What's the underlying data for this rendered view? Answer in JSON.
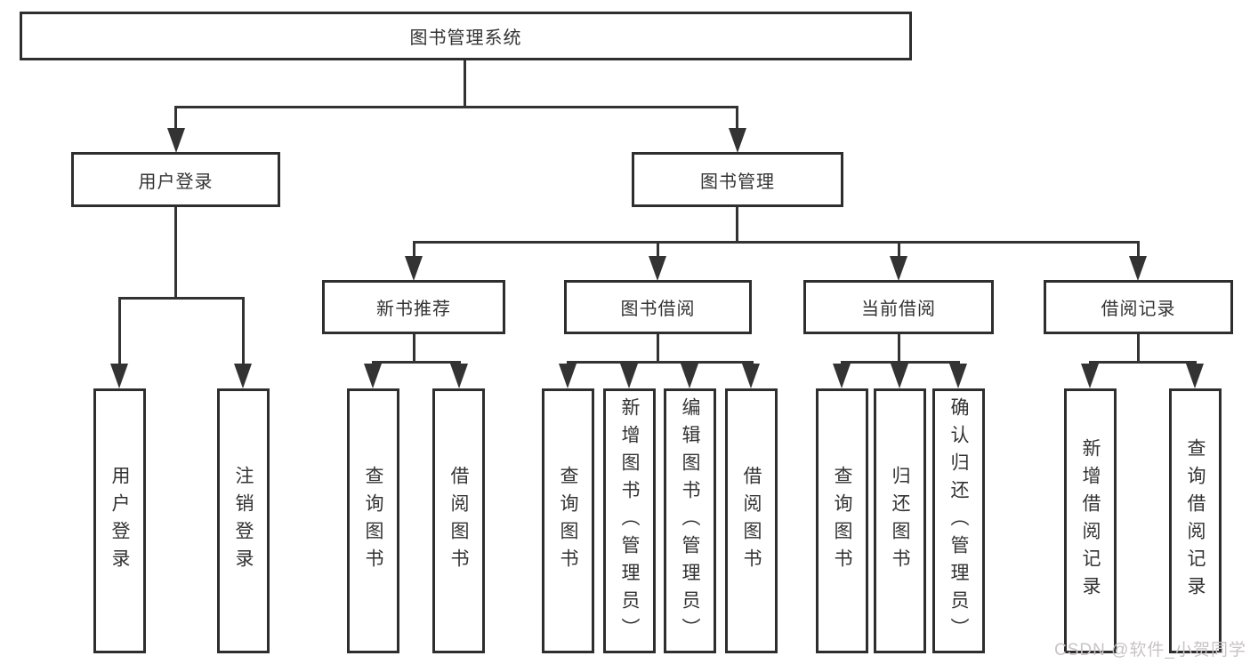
{
  "diagram": {
    "root": {
      "label": "图书管理系统"
    },
    "branches": [
      {
        "label": "用户登录",
        "children": [
          {
            "label": "用户登录"
          },
          {
            "label": "注销登录"
          }
        ]
      },
      {
        "label": "图书管理",
        "children": [
          {
            "label": "新书推荐",
            "children": [
              {
                "label": "查询图书"
              },
              {
                "label": "借阅图书"
              }
            ]
          },
          {
            "label": "图书借阅",
            "children": [
              {
                "label": "查询图书"
              },
              {
                "label": "新增图书（管理员）"
              },
              {
                "label": "编辑图书（管理员）"
              },
              {
                "label": "借阅图书"
              }
            ]
          },
          {
            "label": "当前借阅",
            "children": [
              {
                "label": "查询图书"
              },
              {
                "label": "归还图书"
              },
              {
                "label": "确认归还（管理员）"
              }
            ]
          },
          {
            "label": "借阅记录",
            "children": [
              {
                "label": "新增借阅记录"
              },
              {
                "label": "查询借阅记录"
              }
            ]
          }
        ]
      }
    ]
  },
  "watermark": "CSDN @软件_小贺同学",
  "colors": {
    "line": "#333333",
    "box_border": "#2e2e2e",
    "box_background": "#ffffff",
    "text": "#333333",
    "watermark_text": "#c9c3c6",
    "page_background": "#ffffff"
  }
}
